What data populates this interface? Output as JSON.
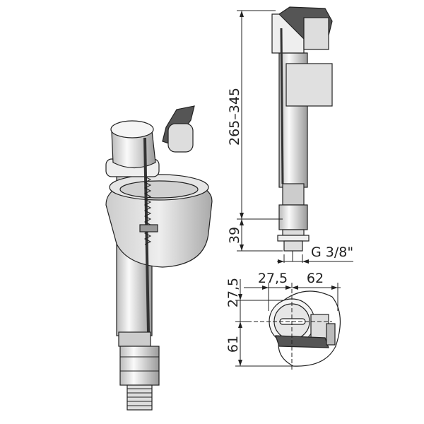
{
  "dimensions": {
    "height_range": "265–345",
    "thread_length": "39",
    "thread_size": "G 3/8\"",
    "offset_axis": "27,5",
    "width_right": "62",
    "depth_top": "27,5",
    "depth_bottom": "61"
  },
  "colors": {
    "line": "#222222",
    "lever": "#555555",
    "body": "#f2f2f2",
    "shade": "#c8c8c8"
  }
}
